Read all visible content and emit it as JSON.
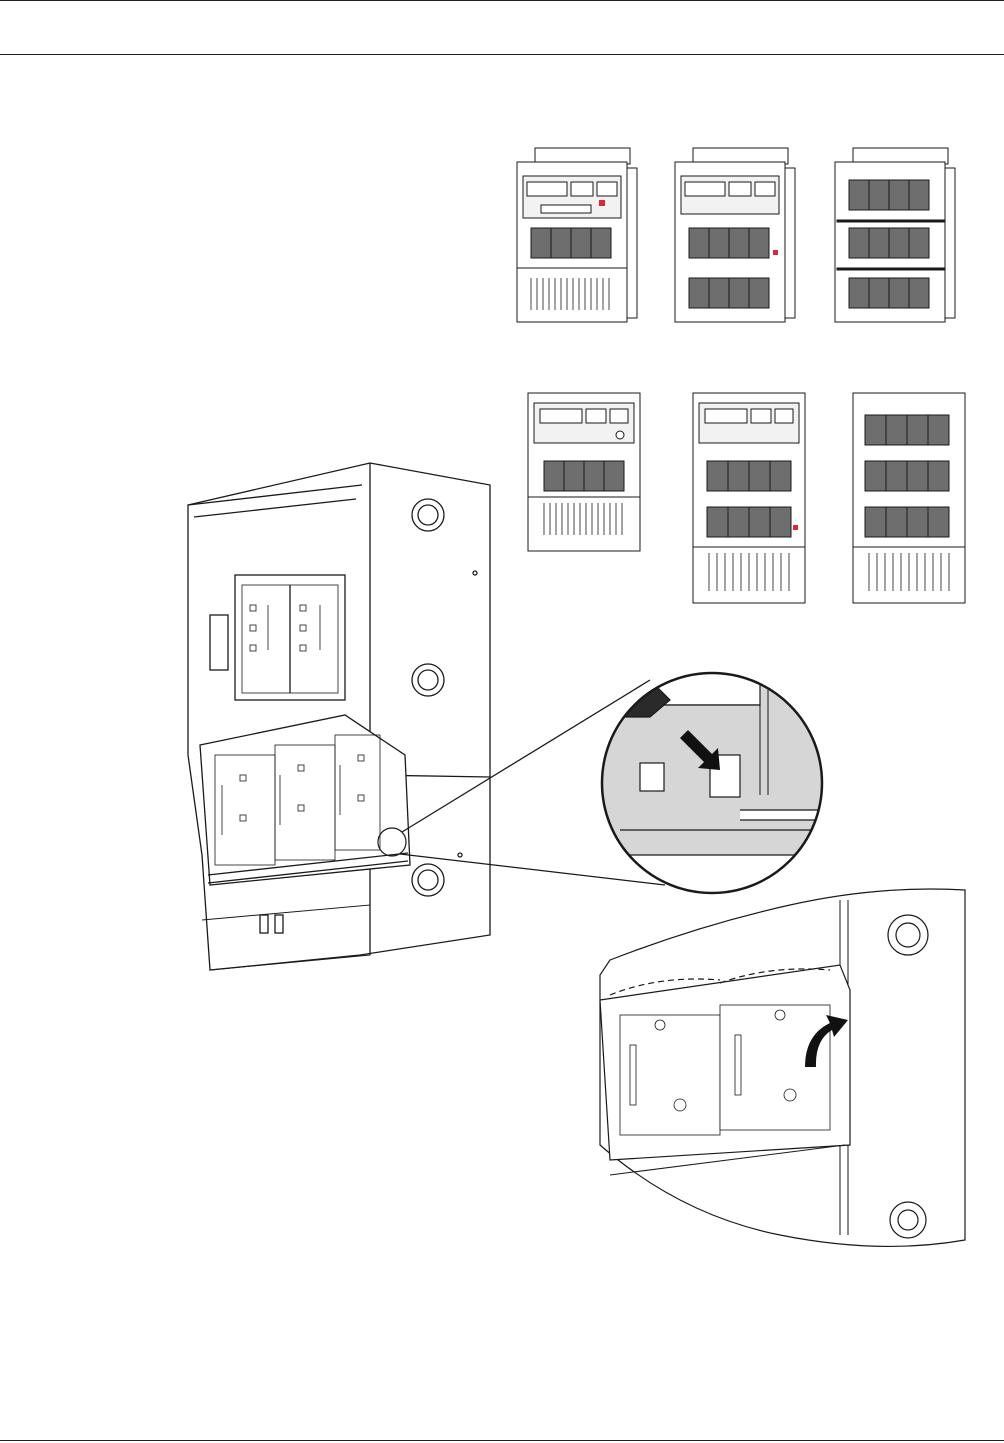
{
  "page": {
    "header_rule": true,
    "footer_rule": true
  },
  "illustrations": {
    "panel_variants": [
      {
        "row": 1,
        "modules": 1,
        "controller": true
      },
      {
        "row": 1,
        "modules": 2,
        "controller": true
      },
      {
        "row": 1,
        "modules": 3,
        "controller": false
      },
      {
        "row": 2,
        "modules": 1,
        "controller": true
      },
      {
        "row": 2,
        "modules": 2,
        "controller": true
      },
      {
        "row": 2,
        "modules": 3,
        "controller": false
      }
    ],
    "main_drawing": "enclosure-with-module-rail",
    "detail_callout": "latch-push-down",
    "detail_lower": "rail-hinge-up"
  },
  "colors": {
    "line": "#1a1a1a",
    "module_fill": "#6e6e6e",
    "detail_fill": "#d6d6d6",
    "accent_red": "#d8283c",
    "arrow": "#111111"
  }
}
